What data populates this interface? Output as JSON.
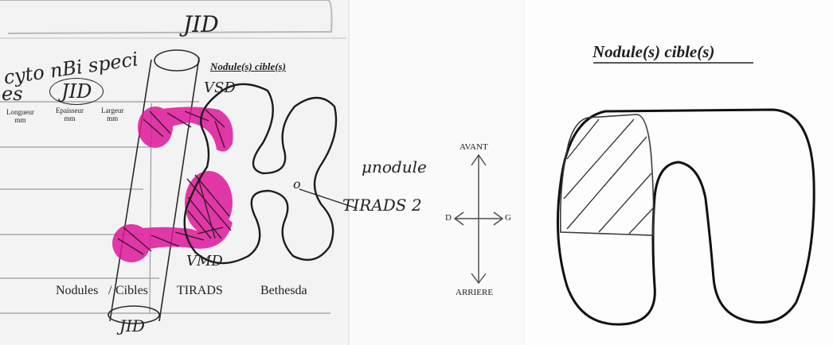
{
  "photo_form": {
    "header_handwriting": "JID",
    "handwriting_note": "cyto nBi speci",
    "handwriting_jid_circled": "JID",
    "handwriting_left_fragment": "es",
    "columns": [
      {
        "label_line1": "Longueur",
        "label_line2": "mm"
      },
      {
        "label_line1": "Epaisseur",
        "label_line2": "mm"
      },
      {
        "label_line1": "Largeur",
        "label_line2": "mm"
      }
    ],
    "nodule_heading": "Nodule(s) cible(s)",
    "handwriting_vsd": "VSD",
    "handwriting_vmd": "VMD",
    "handwriting_micronodule": "μnodule",
    "handwriting_o": "o",
    "handwriting_tirads": "TIRADS 2",
    "footer_labels": {
      "nodules": "Nodules",
      "slash": "/",
      "cibles": "Cibles",
      "tirads": "TIRADS",
      "bethesda": "Bethesda"
    },
    "handwriting_bottom_jid": "JID",
    "colors": {
      "highlighter": "#e0179a",
      "ink": "#1e1e1e",
      "paper": "#f4f4f4"
    }
  },
  "orientation": {
    "top": "AVANT",
    "bottom": "ARRIERE",
    "left": "D",
    "right": "G"
  },
  "template_right": {
    "heading": "Nodule(s) cible(s)"
  }
}
